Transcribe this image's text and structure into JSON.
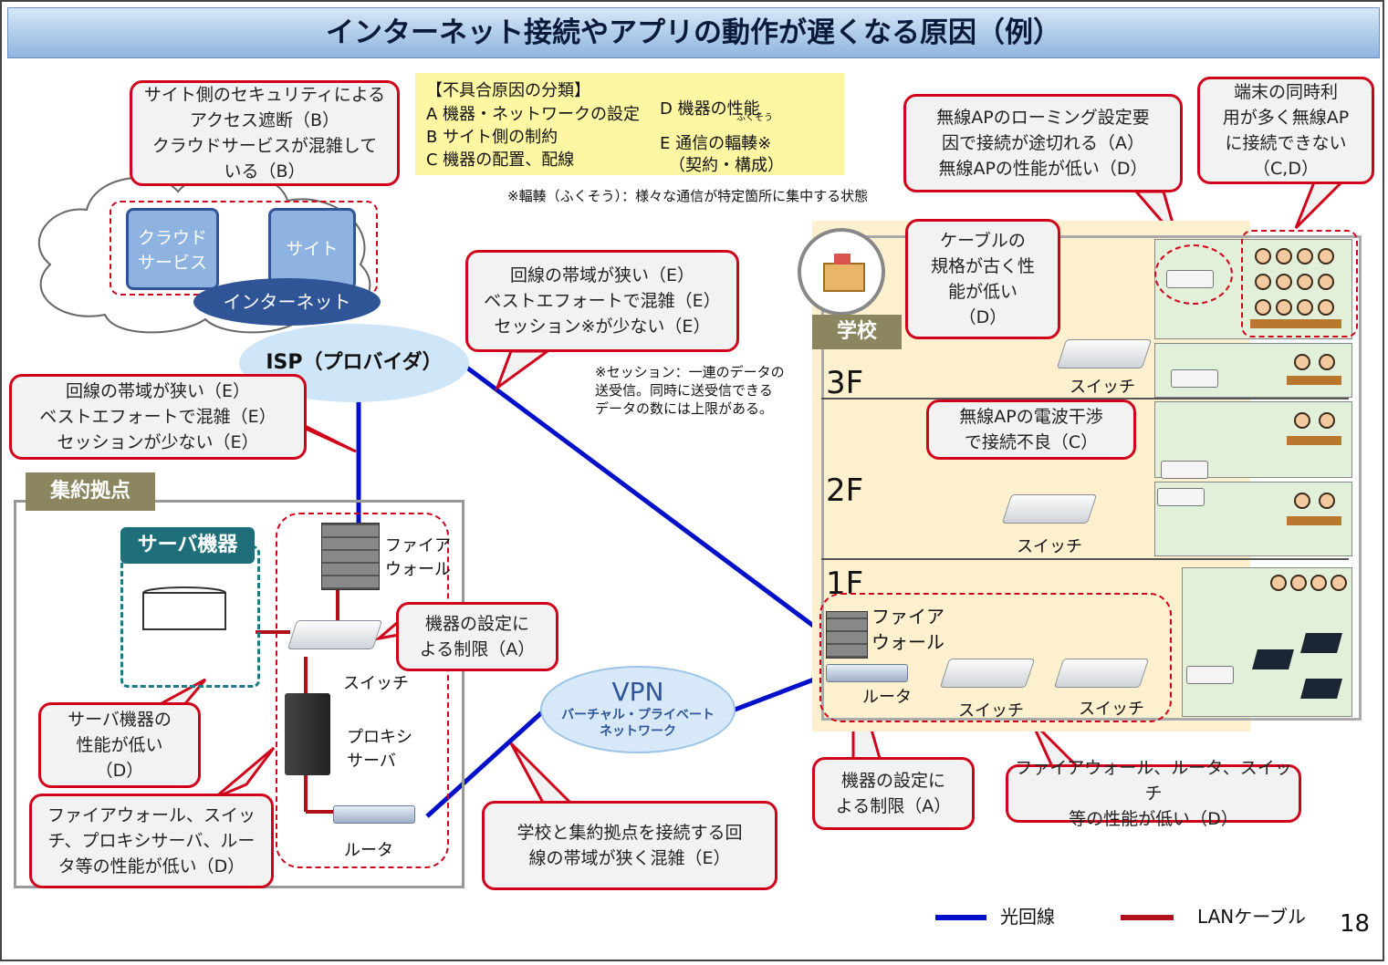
{
  "title": "インターネット接続やアプリの動作が遅くなる原因（例）",
  "legend_box": {
    "heading": "【不具合原因の分類】",
    "items_left": [
      "A 機器・ネットワークの設定",
      "B サイト側の制約",
      "C 機器の配置、配線"
    ],
    "items_right": [
      "D 機器の性能",
      "E 通信の輻輳※",
      "（契約・構成）"
    ],
    "ruby": "ふくそう",
    "note": "※輻輳（ふくそう）：様々な通信が特定箇所に集中する状態"
  },
  "cloud": {
    "cloud_service": "クラウド\nサービス",
    "site": "サイト",
    "internet": "インターネット"
  },
  "isp": "ISP（プロバイダ）",
  "vpn": {
    "title": "VPN",
    "subtitle": "バーチャル・プライベート\nネットワーク"
  },
  "session_note": "※セッション：一連のデータの\n送受信。同時に送受信できる\nデータの数には上限がある。",
  "hub": {
    "label": "集約拠点",
    "server_group": "サーバ機器",
    "firewall": "ファイア\nウォール",
    "switch": "スイッチ",
    "proxy": "プロキシ\nサーバ",
    "router": "ルータ"
  },
  "school": {
    "label": "学校",
    "floors": [
      "3F",
      "2F",
      "1F"
    ],
    "switch": "スイッチ",
    "firewall": "ファイア\nウォール",
    "router": "ルータ"
  },
  "callouts": {
    "site_security": "サイト側のセキュリティによる\nアクセス遮断（B）\nクラウドサービスが混雑して\nいる（B）",
    "line_bandwidth_isp": "回線の帯域が狭い（E）\nベストエフォートで混雑（E）\nセッション※が少ない（E）",
    "line_bandwidth_hub": "回線の帯域が狭い（E）\nベストエフォートで混雑（E）\nセッションが少ない（E）",
    "hub_settings": "機器の設定に\nよる制限（A）",
    "server_perf": "サーバ機器の\n性能が低い\n（D）",
    "hub_device_perf": "ファイアウォール、スイッ\nチ、プロキシサーバ、ルー\nタ等の性能が低い（D）",
    "vpn_bandwidth": "学校と集約拠点を接続する回\n線の帯域が狭く混雑（E）",
    "ap_roaming": "無線APのローミング設定要\n因で接続が途切れる（A）\n無線APの性能が低い（D）",
    "concurrent": "端末の同時利\n用が多く無線AP\nに接続できない\n（C,D）",
    "cable": "ケーブルの\n規格が古く性\n能が低い\n（D）",
    "interference": "無線APの電波干渉\nで接続不良（C）",
    "school_settings": "機器の設定に\nよる制限（A）",
    "school_device_perf": "ファイアウォール、ルータ、スイッチ\n等の性能が低い（D）"
  },
  "legend": {
    "fiber": "光回線",
    "lan": "LANケーブル"
  },
  "page_number": "18",
  "colors": {
    "fiber": "#0010c8",
    "lan": "#b0101a",
    "callout_border": "#d0021b",
    "tag": "#8b8560"
  }
}
